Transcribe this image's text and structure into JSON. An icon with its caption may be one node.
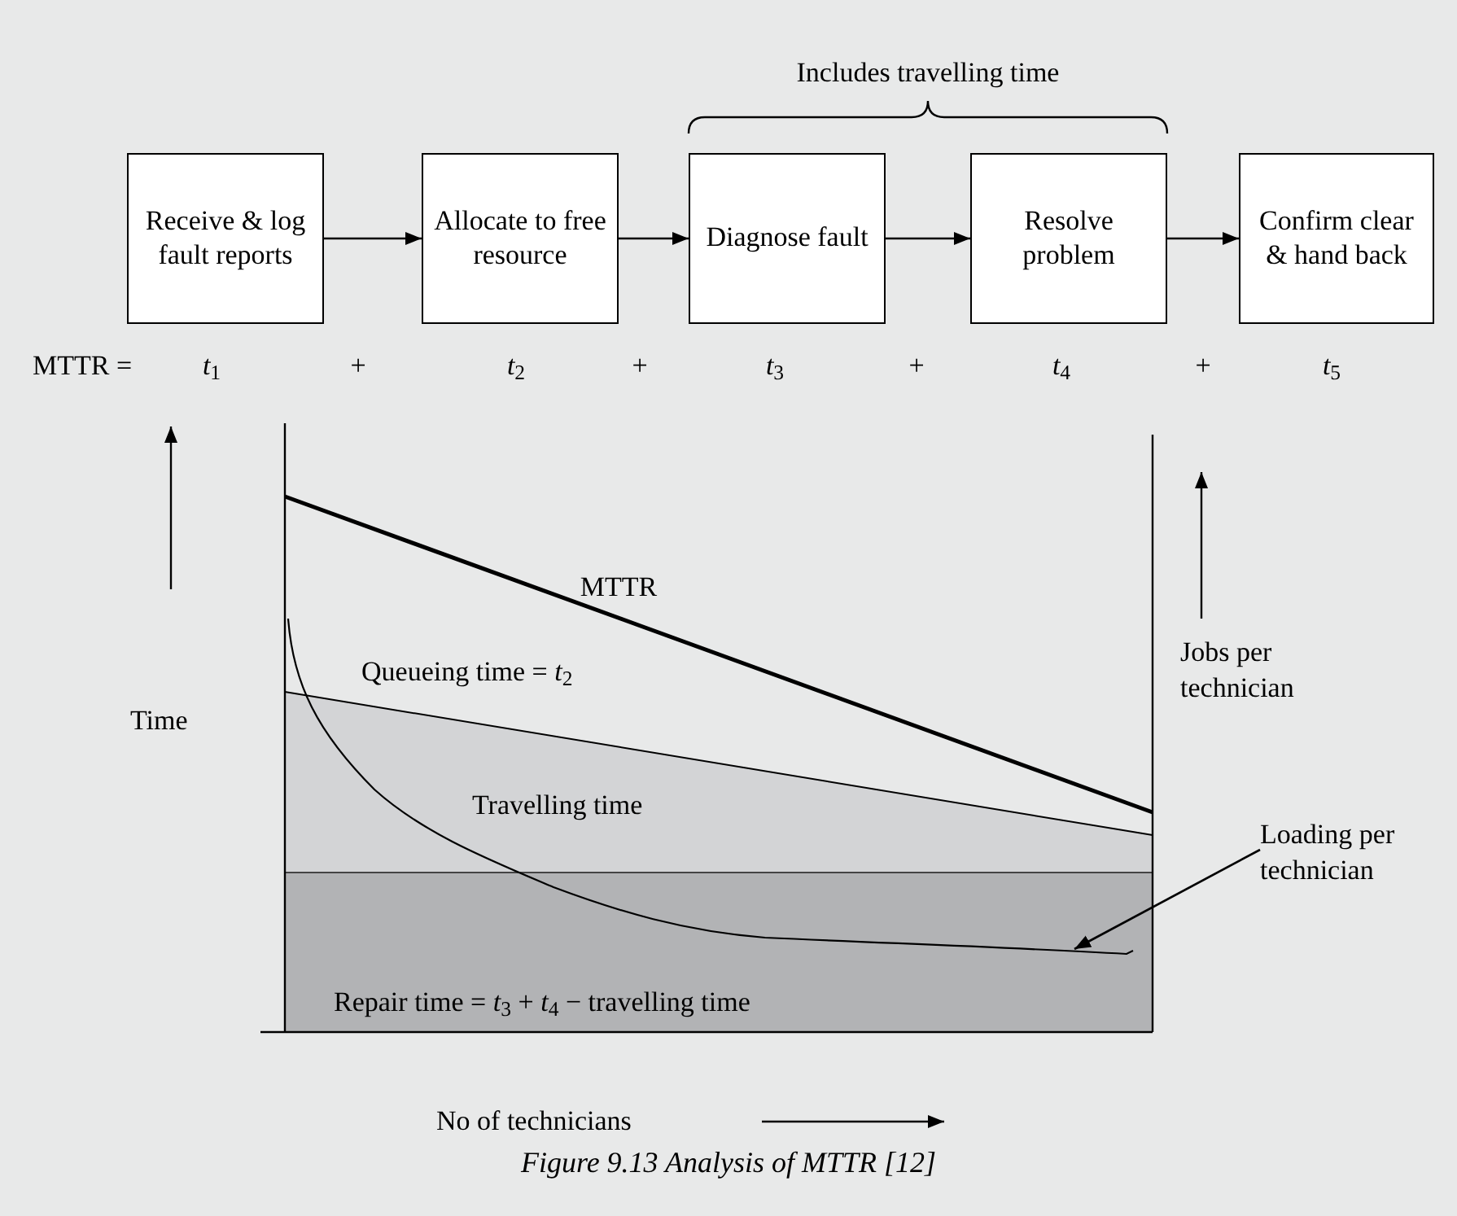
{
  "diagram": {
    "caption": "Figure 9.13 Analysis of MTTR [12]",
    "nodes": [
      {
        "text": [
          "Receive & log fault reports"
        ]
      },
      {
        "text": [
          "Allocate to free resource"
        ]
      },
      {
        "text": [
          "Diagnose fault"
        ]
      },
      {
        "text": [
          "Resolve problem"
        ]
      },
      {
        "text": [
          "Confirm clear & hand back"
        ]
      },
      {
        "text": [
          "Loading per technician"
        ]
      },
      {
        "text": [],
        "shape": "curve"
      }
    ],
    "edges": [
      {
        "from": 0,
        "to": 1,
        "arrow": "to"
      },
      {
        "from": 1,
        "to": 2,
        "arrow": "to"
      },
      {
        "from": 2,
        "to": 3,
        "arrow": "to"
      },
      {
        "from": 3,
        "to": 4,
        "arrow": "to"
      },
      {
        "from": 5,
        "to": 6,
        "arrow": "to"
      }
    ],
    "labels": [
      "Includes travelling time",
      "MTTR =",
      "*t*$_{1}$",
      "+",
      "*t*$_{2}$",
      "+",
      "*t*$_{3}$",
      "+",
      "*t*$_{4}$",
      "+",
      "*t*$_{5}$",
      "MTTR",
      "Queueing time = *t*$_{2}$",
      "Jobs per technician",
      "Time",
      "Travelling time",
      "Repair time = *t*$_{3}$ + *t*$_{4}$ − travelling time",
      "No of technicians"
    ]
  }
}
